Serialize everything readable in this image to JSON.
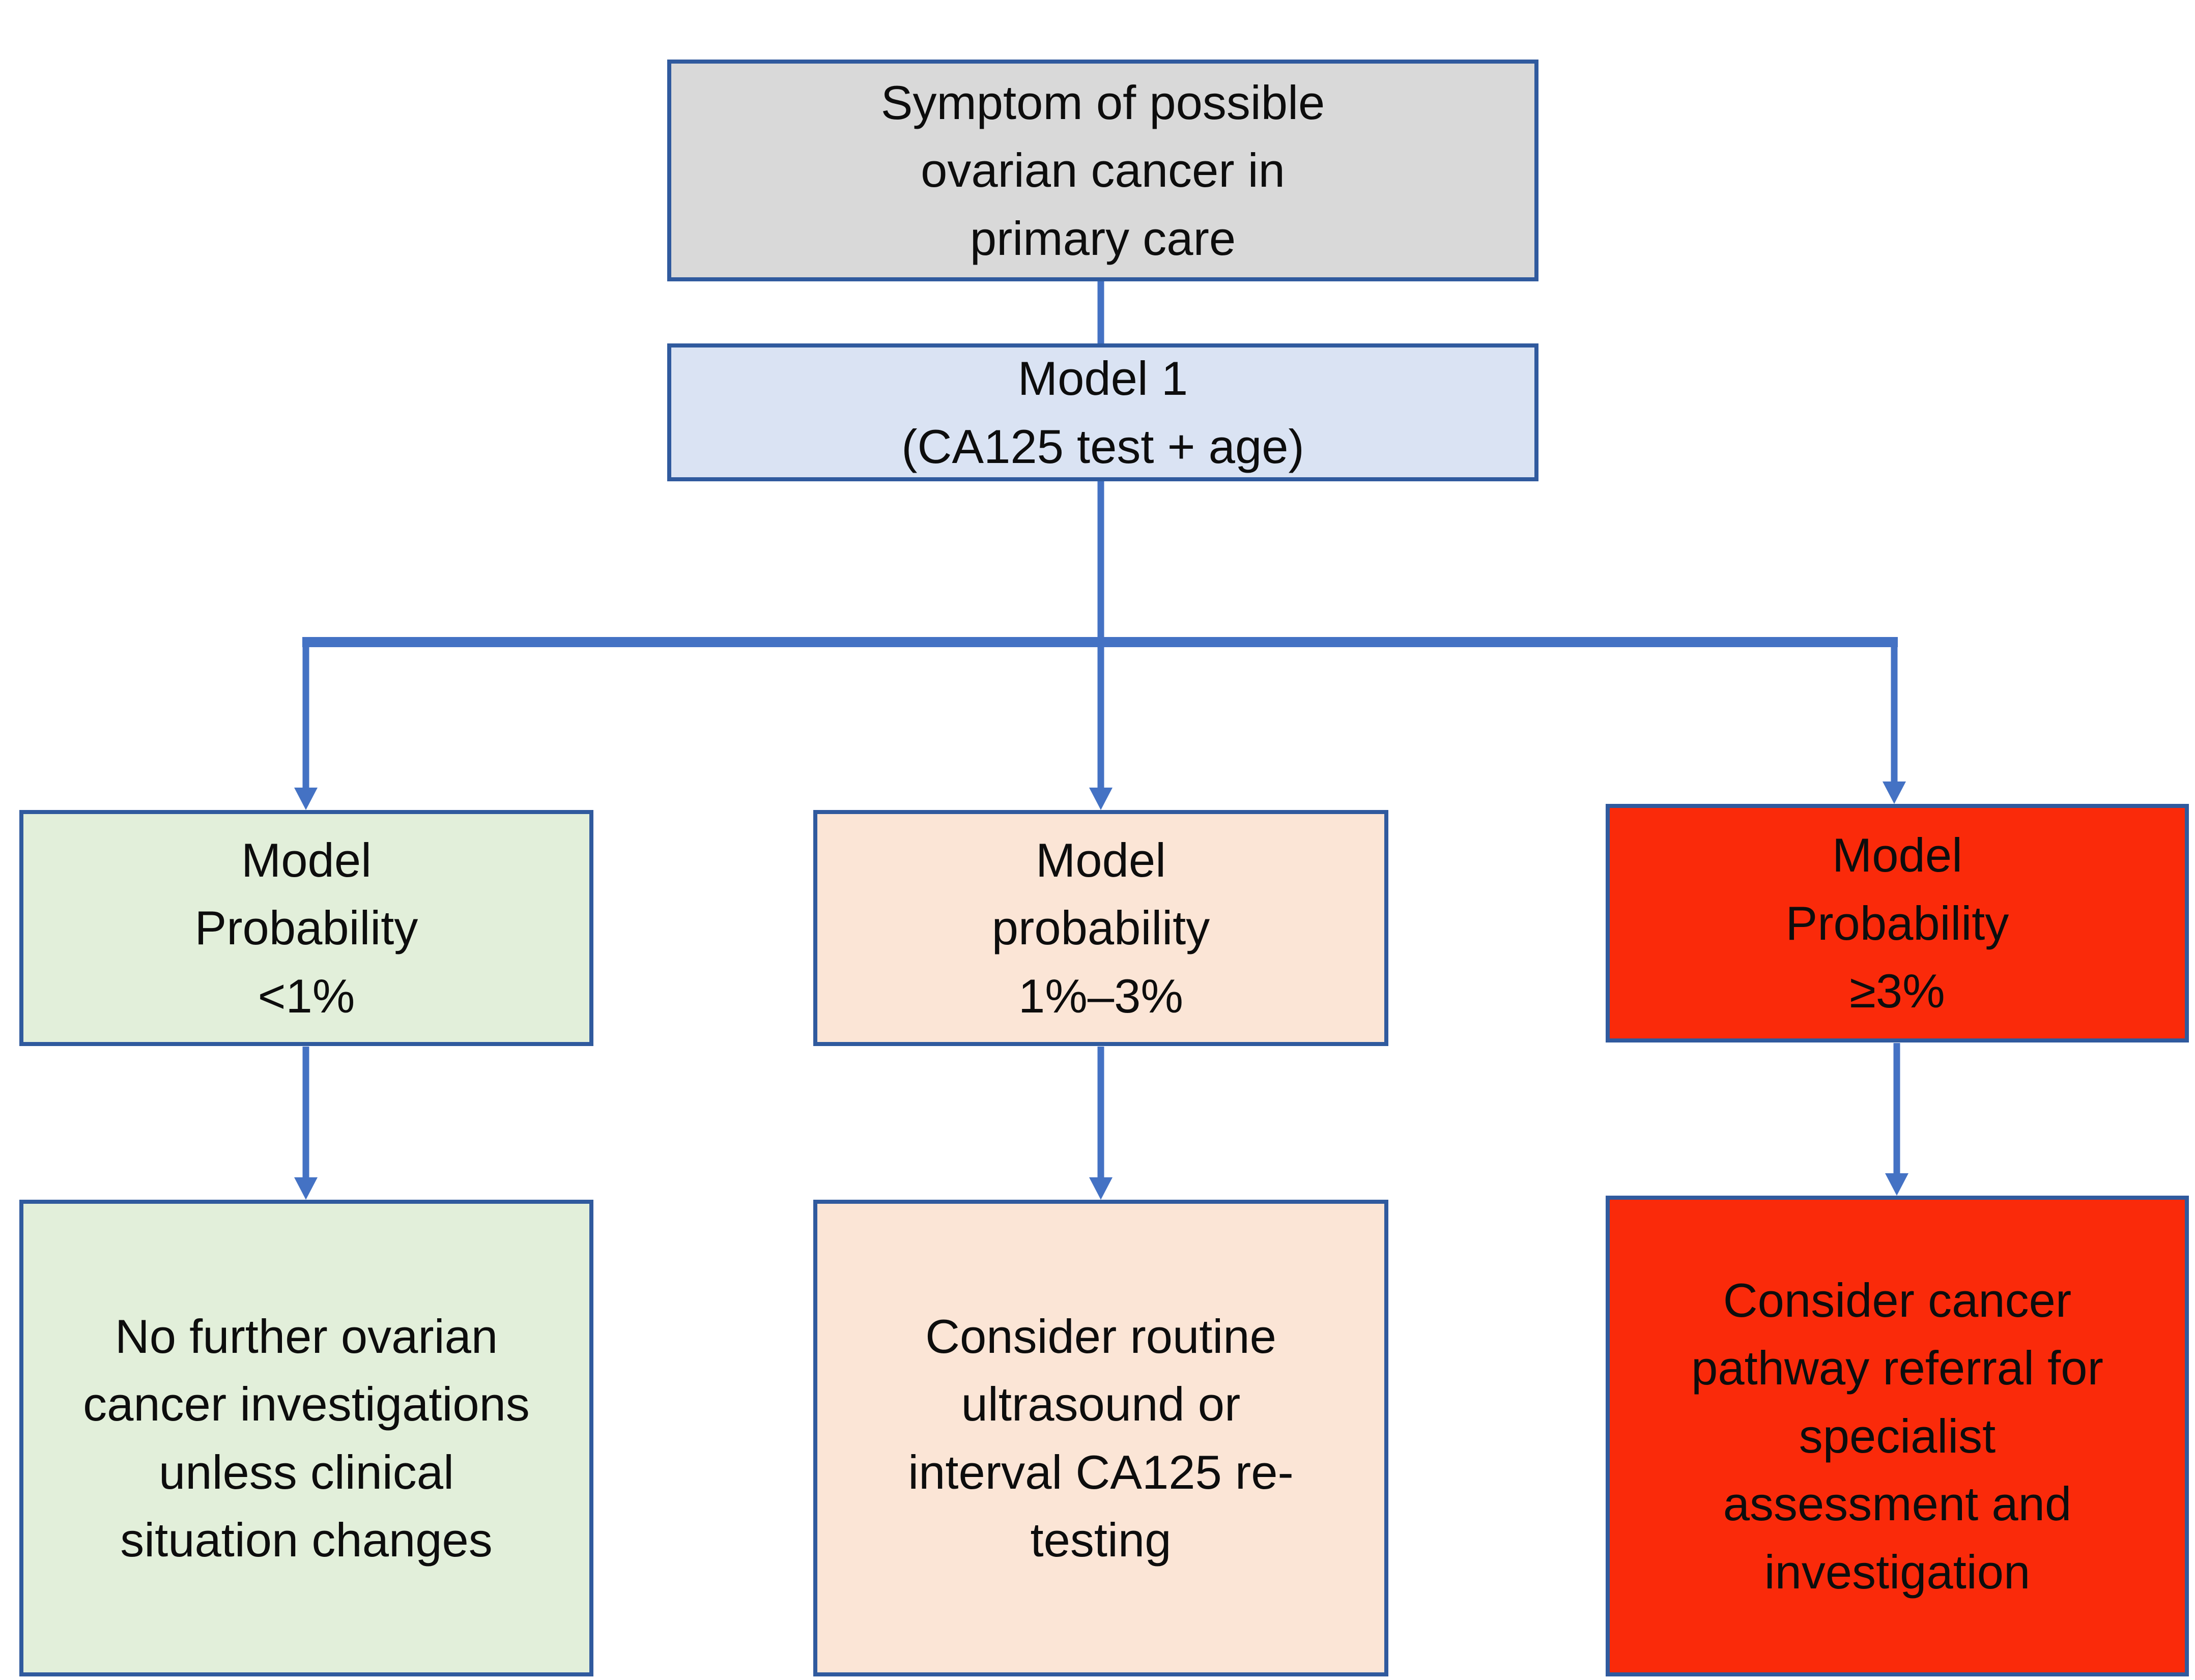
{
  "palette": {
    "connector": "#4472c4",
    "box_border": "#305a9e",
    "text": "#0d0d0d",
    "gray_fill": "#d9d9d9",
    "blue_fill": "#dae3f3",
    "green_fill": "#e2efda",
    "peach_fill": "#fbe5d6",
    "red_fill": "#fa2a0a"
  },
  "flowchart": {
    "nodes": {
      "symptom": {
        "text": "Symptom of possible\novarian cancer in\nprimary care",
        "fill": "#d9d9d9"
      },
      "model1": {
        "text": "Model 1\n(CA125 test + age)",
        "fill": "#dae3f3"
      },
      "prob_low": {
        "text": "Model\nProbability\n<1%",
        "fill": "#e2efda"
      },
      "prob_mid": {
        "text": "Model\nprobability\n1%–3%",
        "fill": "#fbe5d6"
      },
      "prob_high": {
        "text": "Model\nProbability\n≥3%",
        "fill": "#fa2a0a"
      },
      "outcome_low": {
        "text": "No further ovarian\ncancer investigations\nunless clinical\nsituation changes",
        "fill": "#e2efda"
      },
      "outcome_mid": {
        "text": "Consider routine\nultrasound or\ninterval CA125 re-\ntesting",
        "fill": "#fbe5d6"
      },
      "outcome_high": {
        "text": "Consider cancer\npathway referral for\nspecialist\nassessment and\ninvestigation",
        "fill": "#fa2a0a"
      }
    }
  }
}
